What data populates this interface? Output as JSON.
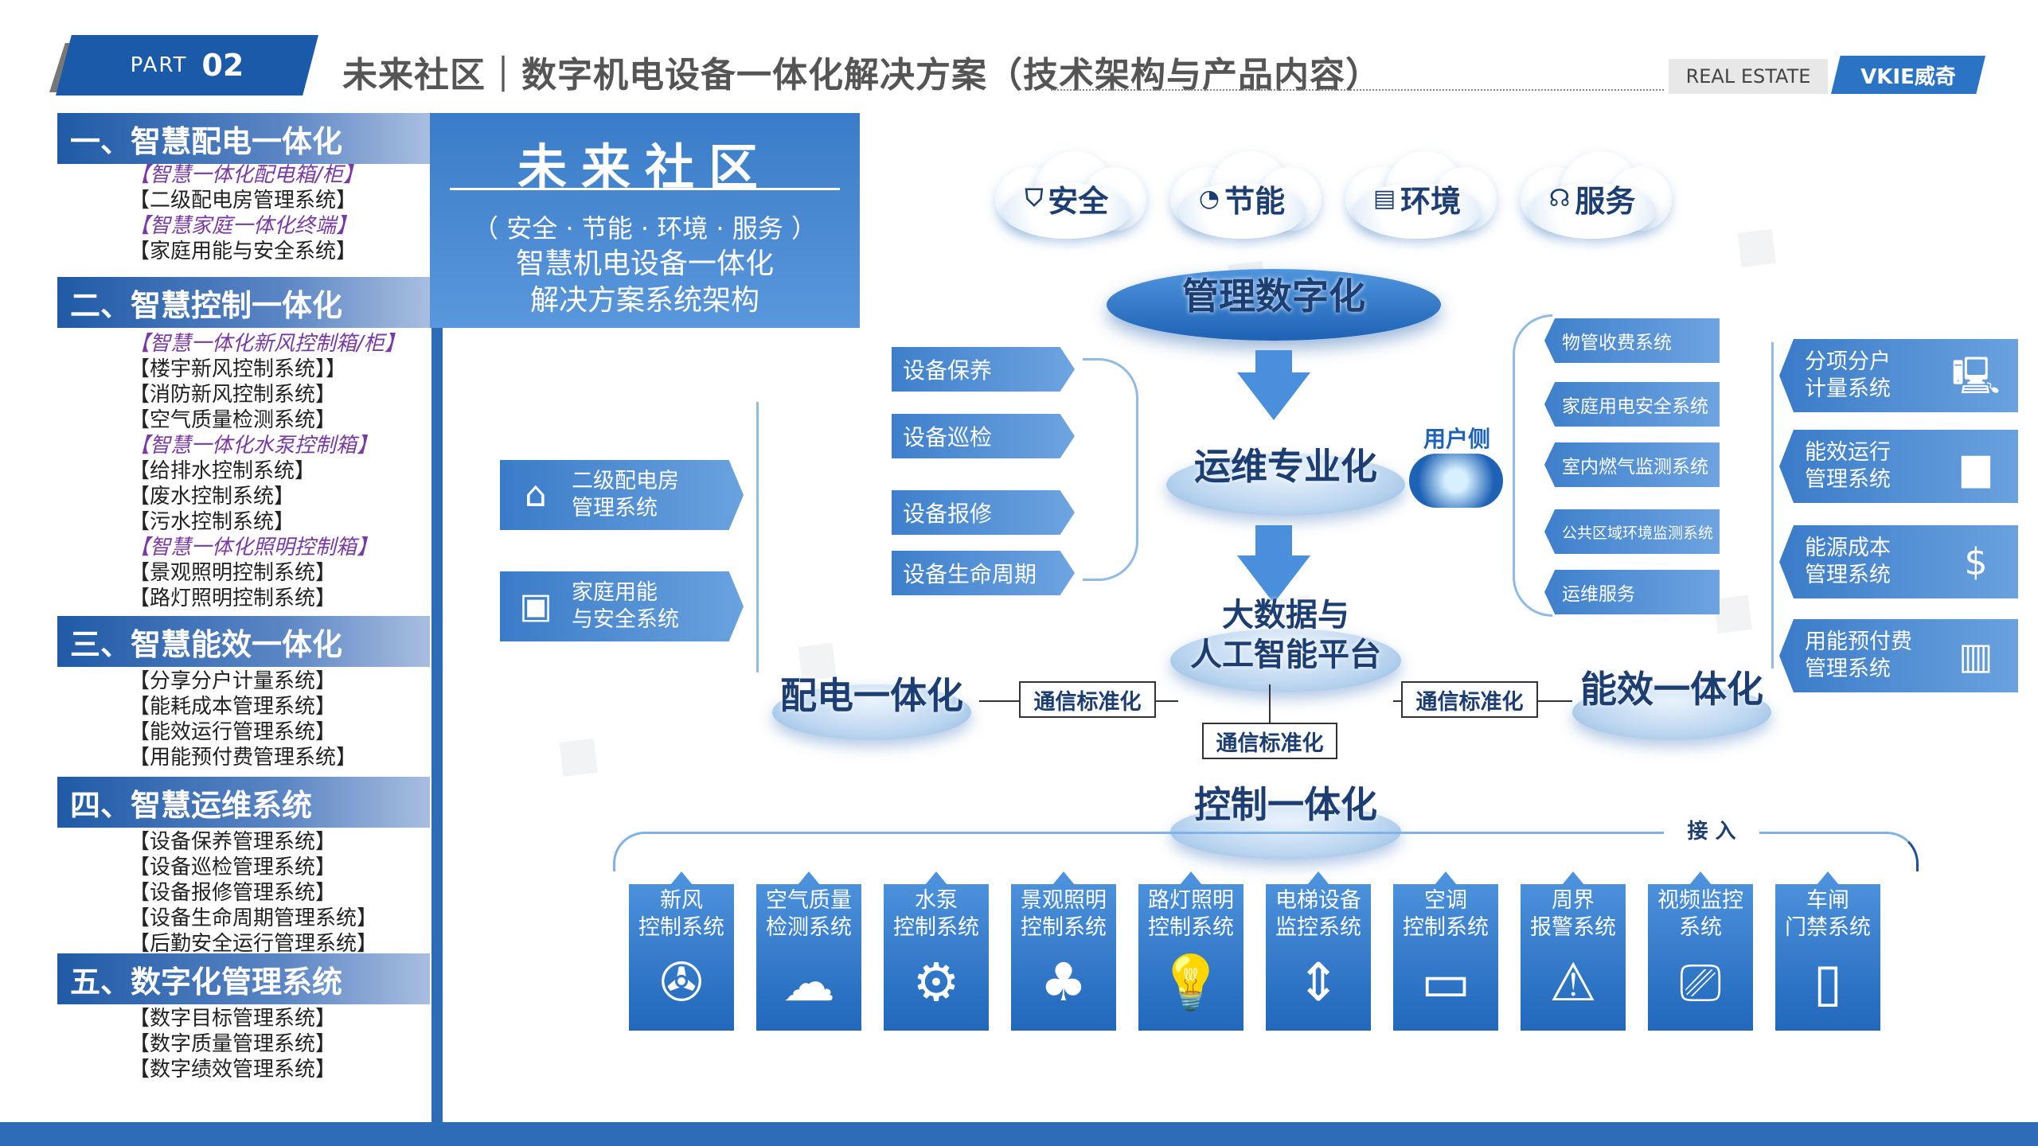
{
  "header": {
    "part_label": "PART",
    "part_number": "02",
    "title": "未来社区｜数字机电设备一体化解决方案（技术架构与产品内容）",
    "real_estate": "REAL ESTATE",
    "logo": "VKIE威奇"
  },
  "left_sections": [
    {
      "title": "一、智慧配电一体化",
      "items": [
        {
          "t": "【智慧一体化配电箱/柜】",
          "hl": true
        },
        {
          "t": "【二级配电房管理系统】",
          "hl": false
        },
        {
          "t": "【智慧家庭一体化终端】",
          "hl": true
        },
        {
          "t": "【家庭用能与安全系统】",
          "hl": false
        }
      ]
    },
    {
      "title": "二、智慧控制一体化",
      "items": [
        {
          "t": "【智慧一体化新风控制箱/柜】",
          "hl": true
        },
        {
          "t": "【楼宇新风控制系统】】",
          "hl": false
        },
        {
          "t": "【消防新风控制系统】",
          "hl": false
        },
        {
          "t": "【空气质量检测系统】",
          "hl": false
        },
        {
          "t": "【智慧一体化水泵控制箱】",
          "hl": true
        },
        {
          "t": "【给排水控制系统】",
          "hl": false
        },
        {
          "t": "【废水控制系统】",
          "hl": false
        },
        {
          "t": "【污水控制系统】",
          "hl": false
        },
        {
          "t": "【智慧一体化照明控制箱】",
          "hl": true
        },
        {
          "t": "【景观照明控制系统】",
          "hl": false
        },
        {
          "t": "【路灯照明控制系统】",
          "hl": false
        }
      ]
    },
    {
      "title": "三、智慧能效一体化",
      "items": [
        {
          "t": "【分享分户计量系统】",
          "hl": false
        },
        {
          "t": "【能耗成本管理系统】",
          "hl": false
        },
        {
          "t": "【能效运行管理系统】",
          "hl": false
        },
        {
          "t": "【用能预付费管理系统】",
          "hl": false
        }
      ]
    },
    {
      "title": "四、智慧运维系统",
      "items": [
        {
          "t": "【设备保养管理系统】",
          "hl": false
        },
        {
          "t": "【设备巡检管理系统】",
          "hl": false
        },
        {
          "t": "【设备报修管理系统】",
          "hl": false
        },
        {
          "t": "【设备生命周期管理系统】",
          "hl": false
        },
        {
          "t": "【后勤安全运行管理系统】",
          "hl": false
        }
      ]
    },
    {
      "title": "五、数字化管理系统",
      "items": [
        {
          "t": "【数字目标管理系统】",
          "hl": false
        },
        {
          "t": "【数字质量管理系统】",
          "hl": false
        },
        {
          "t": "【数字绩效管理系统】",
          "hl": false
        }
      ]
    }
  ],
  "title_block": {
    "main": "未来社区",
    "sub": "（ 安全 · 节能 · 环境 · 服务 ）",
    "line2": "智慧机电设备一体化",
    "line3": "解决方案系统架构"
  },
  "clouds": [
    {
      "label": "安全",
      "icon": "⛉"
    },
    {
      "label": "节能",
      "icon": "◔"
    },
    {
      "label": "环境",
      "icon": "▤"
    },
    {
      "label": "服务",
      "icon": "☊"
    }
  ],
  "center": {
    "mgmt": "管理数字化",
    "ops": "运维专业化",
    "user_side": "用户侧",
    "bigdata_1": "大数据与",
    "bigdata_2": "人工智能平台",
    "power": "配电一体化",
    "energy": "能效一体化",
    "control": "控制一体化",
    "std1": "通信标准化",
    "std2": "通信标准化",
    "std3": "通信标准化",
    "access": "接 入"
  },
  "ops_tags": [
    "设备保养",
    "设备巡检",
    "设备报修",
    "设备生命周期"
  ],
  "user_tags": [
    "物管收费系统",
    "家庭用电安全系统",
    "室内燃气监测系统",
    "公共区域环境监测系统",
    "运维服务"
  ],
  "side_boxes": [
    {
      "l1": "二级配电房",
      "l2": "管理系统",
      "icon": "⌂"
    },
    {
      "l1": "家庭用能",
      "l2": "与安全系统",
      "icon": "▣"
    }
  ],
  "right_boxes": [
    {
      "l1": "分项分户",
      "l2": "计量系统",
      "icon": "🖳"
    },
    {
      "l1": "能效运行",
      "l2": "管理系统",
      "icon": "▆"
    },
    {
      "l1": "能源成本",
      "l2": "管理系统",
      "icon": "$"
    },
    {
      "l1": "用能预付费",
      "l2": "管理系统",
      "icon": "▥"
    }
  ],
  "subsystems": [
    {
      "l1": "新风",
      "l2": "控制系统",
      "icon": "✇"
    },
    {
      "l1": "空气质量",
      "l2": "检测系统",
      "icon": "☁"
    },
    {
      "l1": "水泵",
      "l2": "控制系统",
      "icon": "⚙"
    },
    {
      "l1": "景观照明",
      "l2": "控制系统",
      "icon": "♣"
    },
    {
      "l1": "路灯照明",
      "l2": "控制系统",
      "icon": "💡"
    },
    {
      "l1": "电梯设备",
      "l2": "监控系统",
      "icon": "⇕"
    },
    {
      "l1": "空调",
      "l2": "控制系统",
      "icon": "▭"
    },
    {
      "l1": "周界",
      "l2": "报警系统",
      "icon": "⚠"
    },
    {
      "l1": "视频监控",
      "l2": "系统",
      "icon": "⎚"
    },
    {
      "l1": "车闸",
      "l2": "门禁系统",
      "icon": "▯"
    }
  ]
}
